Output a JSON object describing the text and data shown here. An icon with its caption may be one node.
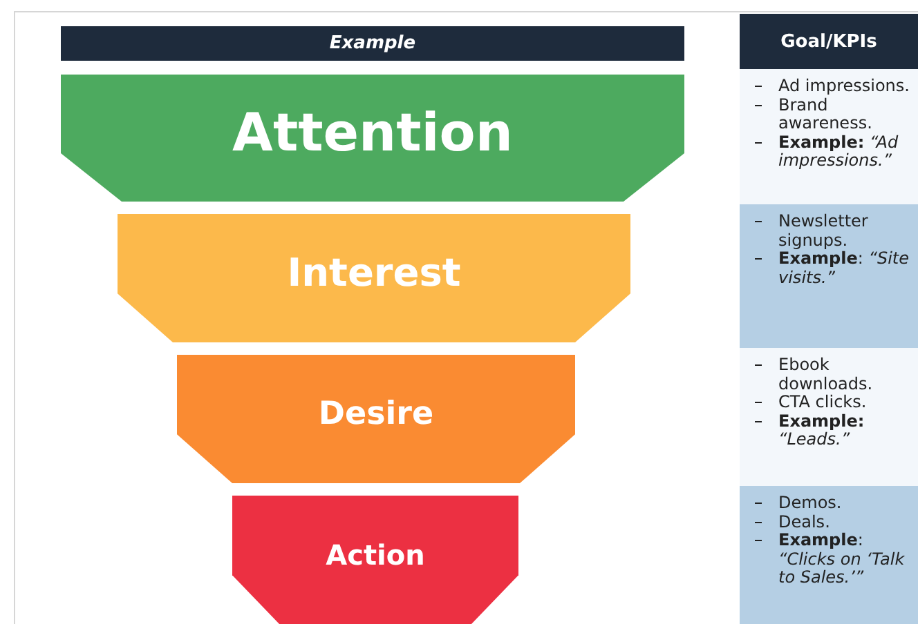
{
  "diagram": {
    "nodes": [
      {
        "text": [
          "*Example*"
        ]
      },
      {
        "text": [
          "Attention"
        ]
      },
      {
        "text": [
          "Interest"
        ]
      },
      {
        "text": [
          "Desire"
        ]
      },
      {
        "text": [
          "Action"
        ]
      },
      {
        "text": [
          "Goal/KPIs"
        ]
      },
      {
        "text": [
          "Ad impressions.",
          "Brand awareness.",
          "**Example:** *“Ad impressions.”*"
        ]
      },
      {
        "text": [
          "Newsletter signups.",
          "**Example**: *“Site visits.”*"
        ]
      },
      {
        "text": [
          "Ebook downloads.",
          "CTA clicks.",
          "**Example:** *“Leads.”*"
        ]
      },
      {
        "text": [
          "Demos.",
          "Deals.",
          "**Example**: *“Clicks on ‘Talk to Sales.’”*"
        ]
      }
    ]
  }
}
